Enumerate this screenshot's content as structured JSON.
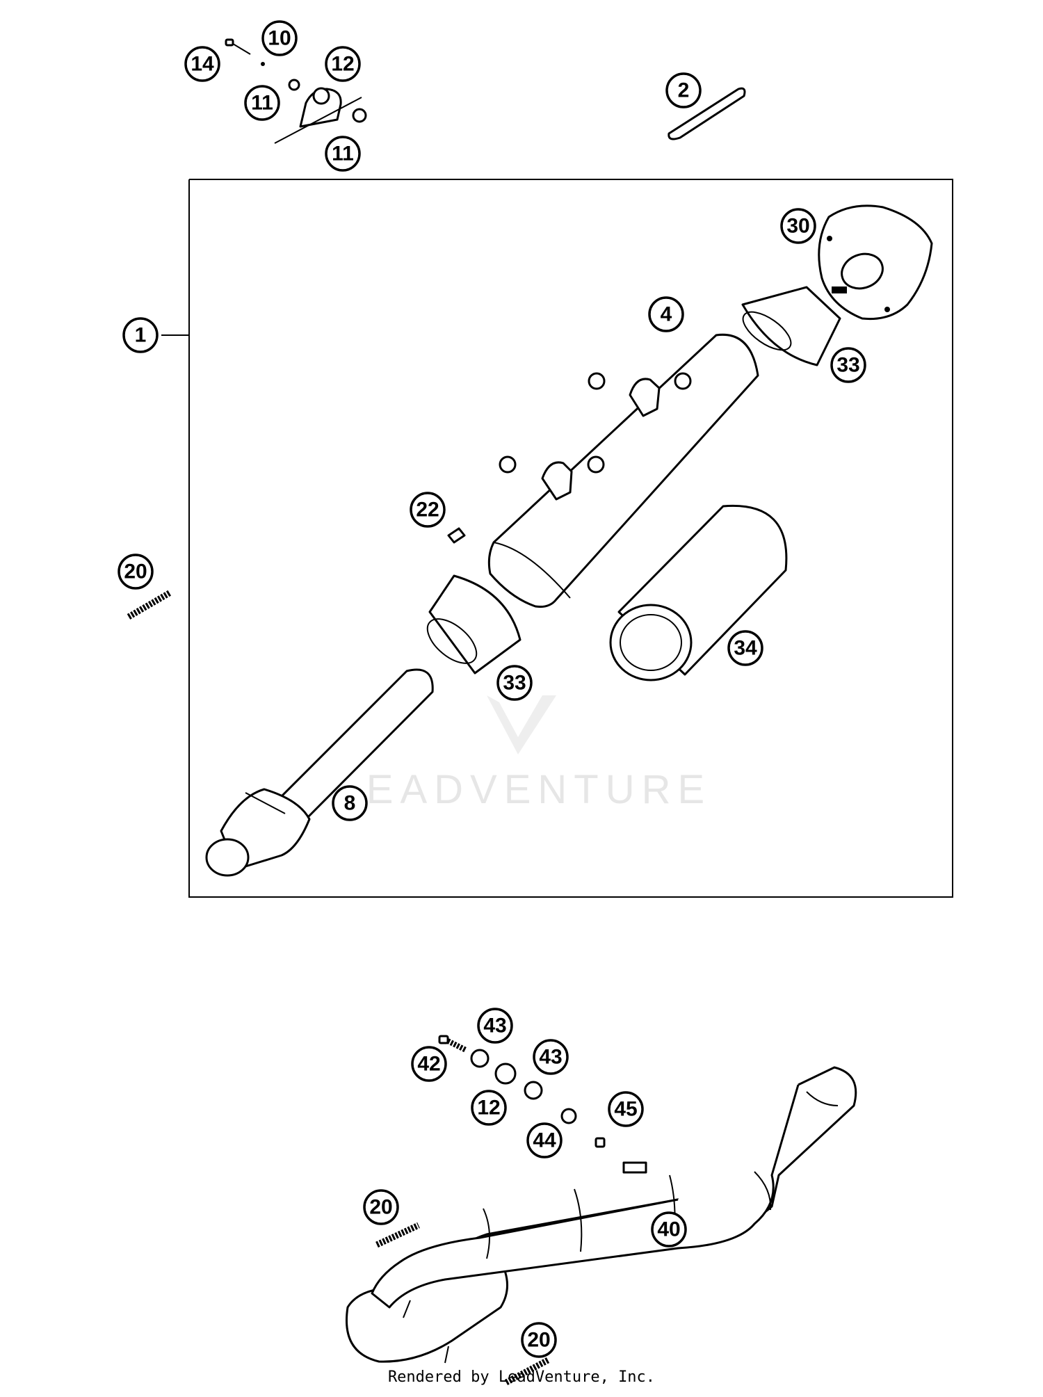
{
  "callouts": {
    "c1": "1",
    "c2": "2",
    "c4": "4",
    "c8": "8",
    "c10": "10",
    "c11a": "11",
    "c11b": "11",
    "c12a": "12",
    "c12b": "12",
    "c14": "14",
    "c20a": "20",
    "c20b": "20",
    "c20c": "20",
    "c22": "22",
    "c30": "30",
    "c33a": "33",
    "c33b": "33",
    "c34": "34",
    "c40": "40",
    "c42": "42",
    "c43a": "43",
    "c43b": "43",
    "c44": "44",
    "c45": "45"
  },
  "watermark": "EADVENTURE",
  "footer": "Rendered by LeadVenture, Inc."
}
